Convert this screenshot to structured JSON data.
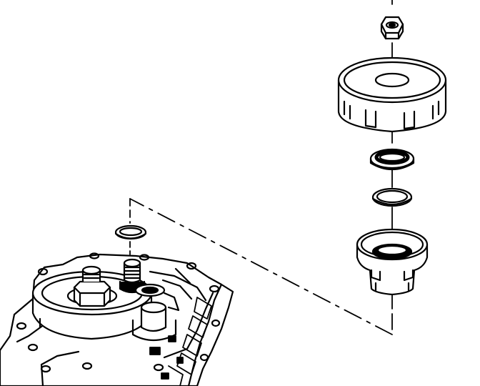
{
  "diagram": {
    "kind": "exploded-view line drawing",
    "parts": [
      {
        "name": "hex-nut"
      },
      {
        "name": "pulley-hub"
      },
      {
        "name": "oil-seal"
      },
      {
        "name": "o-ring"
      },
      {
        "name": "sleeve-housing"
      },
      {
        "name": "small-o-ring"
      },
      {
        "name": "transmission-case"
      }
    ],
    "colors": {
      "line": "#000000",
      "background": "#ffffff"
    }
  }
}
